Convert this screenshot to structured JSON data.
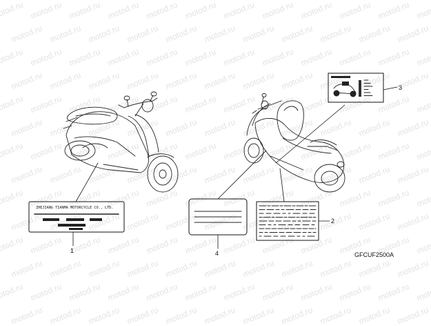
{
  "watermark": {
    "text": "motod.ru"
  },
  "diagram": {
    "label_1": {
      "callout": "1",
      "header": "ZHEJIANG TIANMA MOTORCYCLE CO., LTD."
    },
    "label_2": {
      "callout": "2"
    },
    "label_3": {
      "callout": "3"
    },
    "label_4": {
      "callout": "4"
    },
    "figure_code": "GFCUF2500A"
  }
}
